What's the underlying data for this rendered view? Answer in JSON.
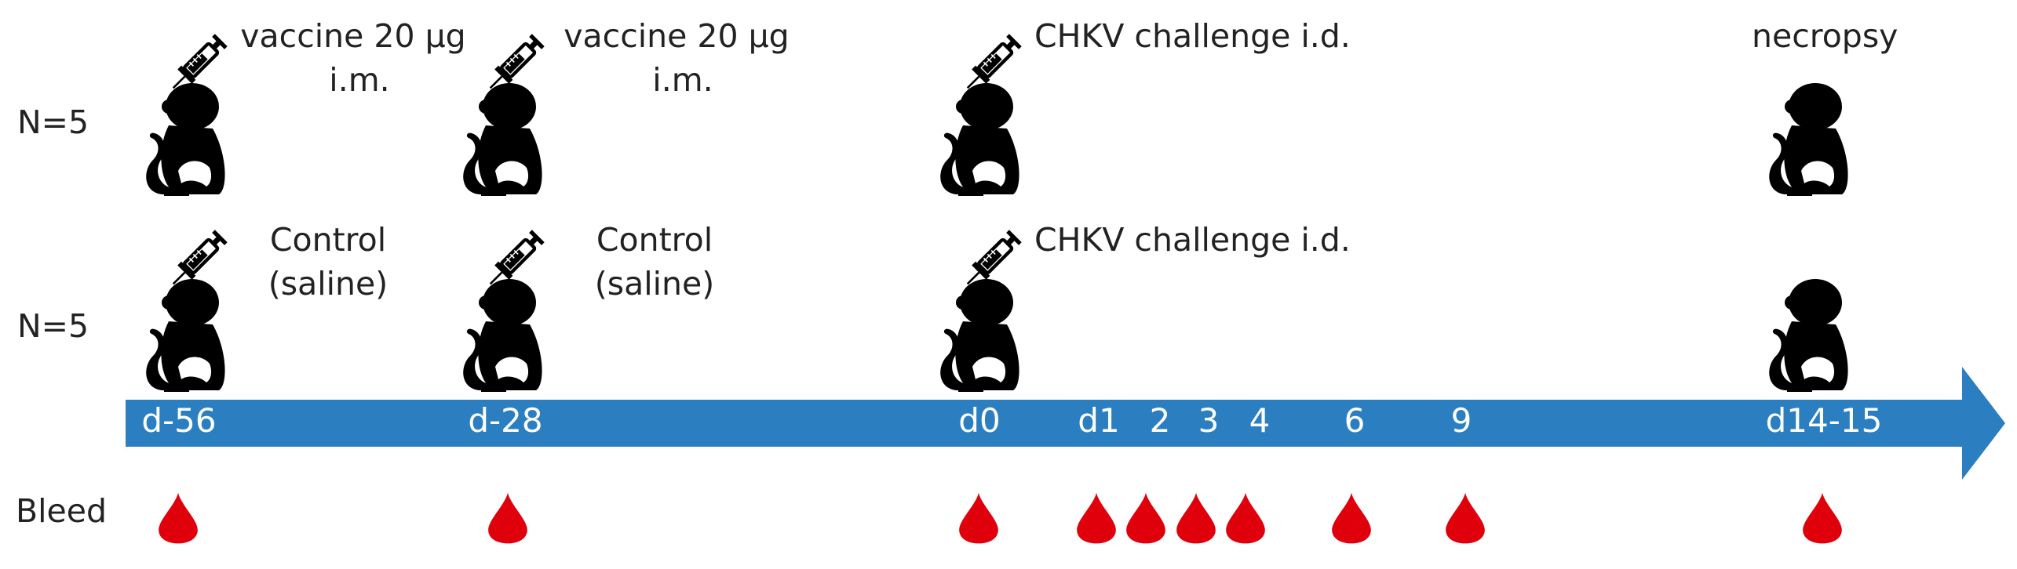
{
  "group_rows": [
    {
      "label": "N=5",
      "annotations": [
        {
          "text": "vaccine 20 µg",
          "text2": "i.m."
        },
        {
          "text": "vaccine 20 µg",
          "text2": "i.m."
        },
        {
          "text": "CHKV challenge i.d.",
          "text2": ""
        },
        {
          "text": "necropsy",
          "text2": ""
        }
      ]
    },
    {
      "label": "N=5",
      "annotations": [
        {
          "text": "Control",
          "text2": "(saline)"
        },
        {
          "text": "Control",
          "text2": "(saline)"
        },
        {
          "text": "CHKV challenge i.d.",
          "text2": ""
        }
      ]
    }
  ],
  "timeline": {
    "ticks": [
      "d-56",
      "d-28",
      "d0",
      "d1",
      "2",
      "3",
      "4",
      "6",
      "9",
      "d14-15"
    ],
    "color": "#2b7fc0"
  },
  "bleed": {
    "label": "Bleed",
    "count": 10,
    "color": "#e0000b"
  },
  "icons": [
    "syringe-icon",
    "monkey-icon",
    "blood-drop-icon"
  ]
}
